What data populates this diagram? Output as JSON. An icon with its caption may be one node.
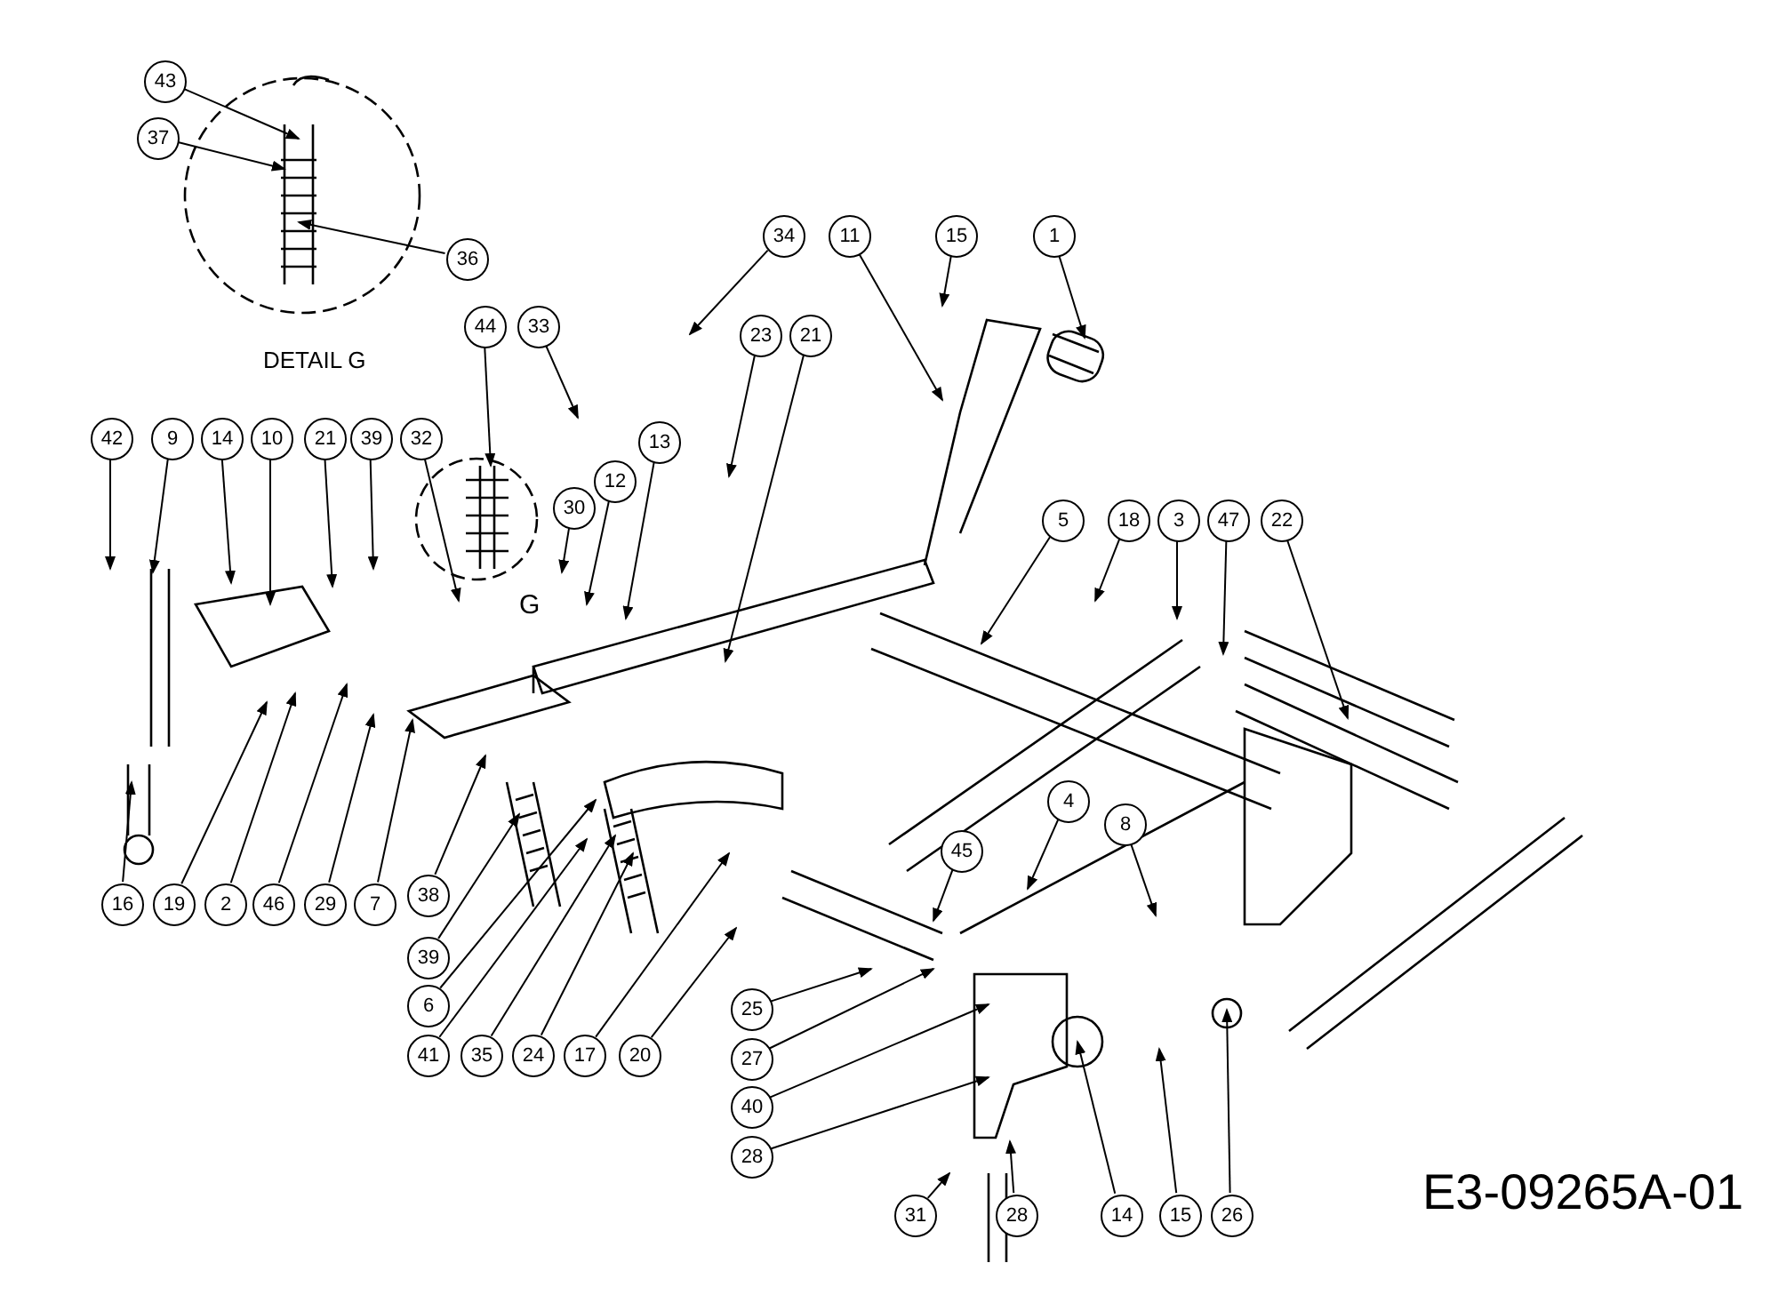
{
  "diagram": {
    "nodes": [
      {
        "text": [
          "43"
        ]
      },
      {
        "text": [
          "37"
        ]
      },
      {
        "text": [
          "36"
        ]
      },
      {
        "text": [
          "44"
        ]
      },
      {
        "text": [
          "33"
        ]
      },
      {
        "text": [
          "34"
        ]
      },
      {
        "text": [
          "11"
        ]
      },
      {
        "text": [
          "15"
        ]
      },
      {
        "text": [
          "1"
        ]
      },
      {
        "text": [
          "23"
        ]
      },
      {
        "text": [
          "21"
        ]
      },
      {
        "text": [
          "42"
        ]
      },
      {
        "text": [
          "9"
        ]
      },
      {
        "text": [
          "14"
        ]
      },
      {
        "text": [
          "10"
        ]
      },
      {
        "text": [
          "21"
        ]
      },
      {
        "text": [
          "39"
        ]
      },
      {
        "text": [
          "32"
        ]
      },
      {
        "text": [
          "30"
        ]
      },
      {
        "text": [
          "12"
        ]
      },
      {
        "text": [
          "13"
        ]
      },
      {
        "text": [
          "5"
        ]
      },
      {
        "text": [
          "18"
        ]
      },
      {
        "text": [
          "3"
        ]
      },
      {
        "text": [
          "47"
        ]
      },
      {
        "text": [
          "22"
        ]
      },
      {
        "text": [
          "16"
        ]
      },
      {
        "text": [
          "19"
        ]
      },
      {
        "text": [
          "2"
        ]
      },
      {
        "text": [
          "46"
        ]
      },
      {
        "text": [
          "29"
        ]
      },
      {
        "text": [
          "7"
        ]
      },
      {
        "text": [
          "38"
        ]
      },
      {
        "text": [
          "39"
        ]
      },
      {
        "text": [
          "6"
        ]
      },
      {
        "text": [
          "41"
        ]
      },
      {
        "text": [
          "35"
        ]
      },
      {
        "text": [
          "24"
        ]
      },
      {
        "text": [
          "17"
        ]
      },
      {
        "text": [
          "20"
        ]
      },
      {
        "text": [
          "4"
        ]
      },
      {
        "text": [
          "45"
        ]
      },
      {
        "text": [
          "8"
        ]
      },
      {
        "text": [
          "25"
        ]
      },
      {
        "text": [
          "27"
        ]
      },
      {
        "text": [
          "40"
        ]
      },
      {
        "text": [
          "28"
        ]
      },
      {
        "text": [
          "31"
        ]
      },
      {
        "text": [
          "28"
        ]
      },
      {
        "text": [
          "14"
        ]
      },
      {
        "text": [
          "15"
        ]
      },
      {
        "text": [
          "26"
        ]
      }
    ],
    "edges": [
      {
        "from": 0,
        "to": null,
        "arrow": "to"
      },
      {
        "from": 1,
        "to": null,
        "arrow": "to"
      },
      {
        "from": 2,
        "to": null,
        "arrow": "to"
      },
      {
        "from": 3,
        "to": null,
        "arrow": "to"
      },
      {
        "from": 4,
        "to": null,
        "arrow": "to"
      },
      {
        "from": 5,
        "to": null,
        "arrow": "to"
      },
      {
        "from": 6,
        "to": null,
        "arrow": "to"
      },
      {
        "from": 7,
        "to": null,
        "arrow": "to"
      },
      {
        "from": 8,
        "to": null,
        "arrow": "to"
      },
      {
        "from": 9,
        "to": null,
        "arrow": "to"
      },
      {
        "from": 10,
        "to": null,
        "arrow": "to"
      },
      {
        "from": 11,
        "to": null,
        "arrow": "to"
      },
      {
        "from": 12,
        "to": null,
        "arrow": "to"
      },
      {
        "from": 13,
        "to": null,
        "arrow": "to"
      },
      {
        "from": 14,
        "to": null,
        "arrow": "to"
      },
      {
        "from": 15,
        "to": null,
        "arrow": "to"
      },
      {
        "from": 16,
        "to": null,
        "arrow": "to"
      },
      {
        "from": 17,
        "to": null,
        "arrow": "to"
      },
      {
        "from": 18,
        "to": null,
        "arrow": "to"
      },
      {
        "from": 19,
        "to": null,
        "arrow": "to"
      },
      {
        "from": 20,
        "to": null,
        "arrow": "to"
      },
      {
        "from": 21,
        "to": null,
        "arrow": "to"
      },
      {
        "from": 22,
        "to": null,
        "arrow": "to"
      },
      {
        "from": 23,
        "to": null,
        "arrow": "to"
      },
      {
        "from": 24,
        "to": null,
        "arrow": "to"
      },
      {
        "from": 25,
        "to": null,
        "arrow": "to"
      },
      {
        "from": 26,
        "to": null,
        "arrow": "to"
      },
      {
        "from": 27,
        "to": null,
        "arrow": "to"
      },
      {
        "from": 28,
        "to": null,
        "arrow": "to"
      },
      {
        "from": 29,
        "to": null,
        "arrow": "to"
      },
      {
        "from": 30,
        "to": null,
        "arrow": "to"
      },
      {
        "from": 31,
        "to": null,
        "arrow": "to"
      },
      {
        "from": 32,
        "to": null,
        "arrow": "to"
      },
      {
        "from": 33,
        "to": null,
        "arrow": "to"
      },
      {
        "from": 34,
        "to": null,
        "arrow": "to"
      },
      {
        "from": 35,
        "to": null,
        "arrow": "to"
      },
      {
        "from": 36,
        "to": null,
        "arrow": "to"
      },
      {
        "from": 37,
        "to": null,
        "arrow": "to"
      },
      {
        "from": 38,
        "to": null,
        "arrow": "to"
      },
      {
        "from": 39,
        "to": null,
        "arrow": "to"
      },
      {
        "from": 40,
        "to": null,
        "arrow": "to"
      },
      {
        "from": 41,
        "to": null,
        "arrow": "to"
      },
      {
        "from": 42,
        "to": null,
        "arrow": "to"
      },
      {
        "from": 43,
        "to": null,
        "arrow": "to"
      },
      {
        "from": 44,
        "to": null,
        "arrow": "to"
      },
      {
        "from": 45,
        "to": null,
        "arrow": "to"
      },
      {
        "from": 46,
        "to": null,
        "arrow": "to"
      },
      {
        "from": 47,
        "to": null,
        "arrow": "to"
      },
      {
        "from": 48,
        "to": null,
        "arrow": "to"
      },
      {
        "from": 49,
        "to": null,
        "arrow": "to"
      },
      {
        "from": 50,
        "to": null,
        "arrow": "to"
      },
      {
        "from": 51,
        "to": null,
        "arrow": "to"
      }
    ],
    "labels": [
      "DETAIL G",
      "G",
      "E3-09265A-01"
    ]
  }
}
